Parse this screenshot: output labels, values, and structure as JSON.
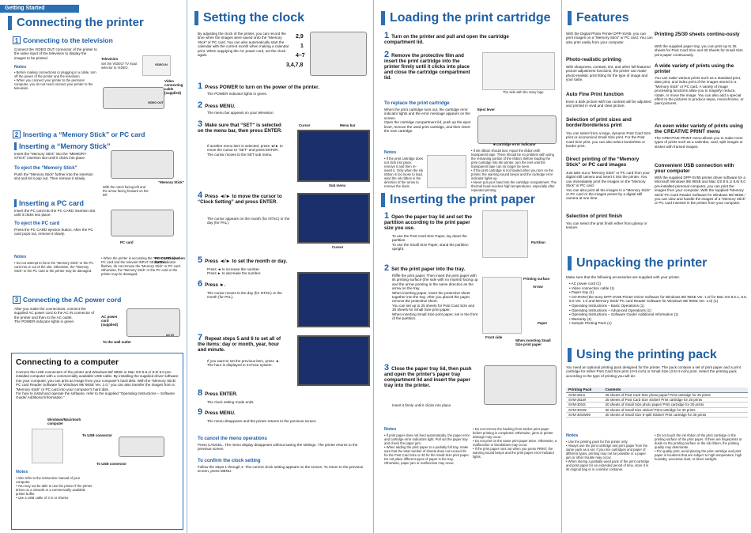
{
  "header": {
    "getting_started": "Getting Started"
  },
  "col1": {
    "title": "Connecting the printer",
    "s1": {
      "num": "1",
      "title": "Connecting to the television",
      "body": "Connect the VIDEO OUT connector of the printer to the video input of the television to display the images to be printed.",
      "notes_title": "Notes",
      "notes": "• Before making connections or plugging in a cable, turn off the power of the printer and the television.\n• When you connect your printer to the personal computer, you do not need connect your printer to the television.",
      "lbl_tv": "Television",
      "lbl_tv2": "Set the VIDEO/ TV input selector to VIDEO.",
      "lbl_cable": "Video connecting cable (supplied)",
      "lbl_video": "VIDEO OUT",
      "lbl_in": "VIDEO IN"
    },
    "s2": {
      "num": "2",
      "title": "Inserting a “Memory Stick” or PC card",
      "ms_title": "Inserting a “Memory Stick”",
      "ms_body": "Insert the “Memory Stick” into the “MEMORY STICK” insertion slot until it clicks into place.",
      "eject_ms_title": "To eject the “Memory Stick”",
      "eject_ms_body": "Push the “Memory Stick” further into the insertion slot and let it pop out. Then remove it slowly.",
      "ms_lbl1": "With the notch facing left and the arrow facing forward on the left",
      "ms_lbl2": "“Memory Stick”",
      "pc_title": "Inserting a PC card",
      "pc_body": "Insert the PC card into the PC CARD insertion slot until it clicks into place.",
      "eject_pc_title": "To eject the PC card",
      "eject_pc_body": "Press the PC CARD ejection button.  After the PC card pops out, remove it slowly.",
      "pc_lbl": "PC card",
      "pc_eject_lbl": "PC CARD ejection button",
      "notes_title": "Notes",
      "notes_left": "• Do not attempt to force the “Memory Stick” or the PC card into or out of the slot. Otherwise, the “Memory Stick” or the PC card or the printer may be damaged.",
      "notes_right": "• When the printer is accessing the “Memory Stick” or PC card and the relevant INPUT SELECT indicator flashes, do not remove the “Memory Stick” or PC card. Otherwise, the “Memory Stick” or the PC card or the printer may be damaged."
    },
    "s3": {
      "num": "3",
      "title": "Connecting the AC power cord",
      "body": "After you make the connections, connect the supplied AC power cord to the AC IN connector of the printer and then to the AC outlet.\nThe POWER indicator lights in green.",
      "lbl_ac": "AC power cord (supplied)",
      "lbl_wall": "To the wall outlet",
      "lbl_acin": "AC IN"
    },
    "s4": {
      "title": "Connecting to a computer",
      "body": "Connect the USB connectors of the printer and Windows 98/ 98SE or Mac OS 8.5.1/ 8.6/ 9.0 pre-installed computer with a commercially available USB cable. By installing the supplied driver software into your computer, you can print an image from your computer's hard disk.  With the “Memory Stick/ PC card Reader Software for Windows 98/ 98SE Ver. 1.0,” you can also transfer the images from a “Memory Stick” or PC card into your computer’s hard disk.\nFor how to install and operate the software, refer to the supplied “Operating Instructions – Software Guide/ Additional Information.”",
      "lbl_comp": "Windows/Macintosh computer",
      "lbl_usb1": "To USB connector",
      "lbl_usb2": "To USB connector",
      "notes_title": "Notes",
      "notes": "• Also refer to the instruction manual of your computer.\n• You may not be able to use the printer if the printer drives on a network or a commercially available printer buffer.\n• Use a USB cable of 3 m or shorter."
    }
  },
  "col2": {
    "title": "Setting the clock",
    "intro": "By adjusting the clock of the printer, you can record the time when the images were saved onto the “Memory Stick” or PC card. You can also automatically start the calendar with the current month when making a calendar print. When supplying the AC power cord, set the clock again.",
    "callouts": [
      "2,9",
      "1",
      "4–7",
      "3,4,7,8"
    ],
    "steps": [
      {
        "n": "1",
        "t": "Press POWER to turn on the power of the printer.",
        "d": "The POWER indicator lights in green."
      },
      {
        "n": "2",
        "t": "Press MENU.",
        "d": "The menu bar appears on your television."
      },
      {
        "n": "3",
        "t": "Make sure that “SET” is selected on the menu bar, then press ENTER.",
        "d": "If another menu item is selected, press ◄/► to move the cursor to “SET” and press ENTER.\nThe cursor moves to the SET sub menu."
      },
      {
        "n": "4",
        "t": "Press ◄/► to move the cursor to “Clock Setting” and press ENTER.",
        "d": "The cursor appears on the month (for NTSC) or the day (for PAL)."
      },
      {
        "n": "5",
        "t": "Press ◄/► to set the month or day.",
        "d": "Press ◄ to increase the number.\nPress ► to decrease the number."
      },
      {
        "n": "6",
        "t": "Press ►.",
        "d": "The cursor moves to the day (for NTSC) or the month (for PAL)."
      },
      {
        "n": "7",
        "t": "Repeat steps 5 and 6 to set all of the items: day or month, year, hour and minute.",
        "d": "If you want to set the previous item, press ◄.\nThe hour is displayed in 24-hour system."
      },
      {
        "n": "8",
        "t": "Press ENTER.",
        "d": "The clock setting mode ends."
      },
      {
        "n": "9",
        "t": "Press MENU.",
        "d": "The menu disappears and the printer returns to the previous screen."
      }
    ],
    "lbl_cursor": "Cursor",
    "lbl_menubar": "Menu bar",
    "lbl_submenu": "Sub menu",
    "lbl_cursor2": "Cursor",
    "cancel_title": "To cancel the menu operations",
    "cancel_body": "Press CANCEL. The menu display disappears without saving the settings. The printer returns to the previous screen.",
    "confirm_title": "To confirm the clock setting",
    "confirm_body": "Follow the steps 1 through 4.  The current clock setting appears on the screen.  To return to the previous screen, press MENU."
  },
  "col3": {
    "title1": "Loading the print cartridge",
    "steps1": [
      {
        "n": "1",
        "t": "Turn on the printer and pull and open the cartridge compartment lid."
      },
      {
        "n": "2",
        "t": "Remove the protective film and insert the print cartridge into the printer firmly until it clicks into place and close the cartridge compartment lid."
      }
    ],
    "lbl_sony": "The side with the Sony logo",
    "replace_title": "To replace the print cartridge",
    "replace_body": "When the print cartridge runs out, the cartridge error indicator lights and the error message appears on the screen.\nOpen the cartridge compartment lid, push up the eject lever, remove the used print cartridge, and then insert the new cartridge.",
    "lbl_eject": "Eject lever",
    "lbl_cartind": "cartridge error indicator",
    "notes_title": "Notes",
    "notes_left": "• If the print cartridge does not click into place, remove it and then re-insert it. Only when the ink ribbon is too loose to load, wind the ink ribbon in the direction of the arrow to remove the slack.",
    "notes_right": "• If ink ribbon should tear, repair the ribbon with transparent tape. There should be no problem with using the remaining portion of the ribbon. Before loading the print cartridge into the printer, turn the reel until the transparent tape can no longer be seen.\n• If the print cartridge is not loaded when you turn on the printer, the warning sound beeps and the cartridge error indicator lights up.\n• Never put your hand into the cartridge compartment. The thermal head reaches high temperatures, especially after repeated printing.",
    "title2": "Inserting the print paper",
    "steps2": [
      {
        "n": "1",
        "t": "Open the paper tray lid and set the partition according to the print paper size you use.",
        "d": "To use the Post Card Size Paper, lay down the partition.\nTo use the Small Size Paper, stand the partition upright."
      },
      {
        "n": "2",
        "t": "Set the print paper into the tray.",
        "d": "Riffle the print paper. Then insert the print paper with its printing surface (the side with no imprint) facing up and the arrow pointing in the same direction as the arrow on the tray.\nWhen inserting paper, insert the protective sheet together into the tray. After you placed the paper, remove the protective sheet.\nYou can set up to 25 sheets for Post Card Size and 30 sheets for Small Size print paper.\nWhen inserting Small Size print paper, set in the front of the partition."
      },
      {
        "n": "3",
        "t": "Close the paper tray lid, then push and open the printer's paper tray compartment lid and insert the paper tray into the printer.",
        "d": "Insert it firmly until it clicks into place."
      }
    ],
    "lbl_partition": "Partition",
    "lbl_psurf": "Printing surface",
    "lbl_arrow": "Arrow",
    "lbl_paper": "Paper",
    "lbl_front": "Front side",
    "lbl_small": "When inserting Small Size print paper",
    "notes2_title": "Notes",
    "notes2_left": "• If print paper does not feed automatically, the paper error and cartridge error indicators light. Pull out the paper tray and check the paper jam.\n• When adding the print paper to a partially full tray, make sure that the total number of sheets does not exceed 25 for the Post Card Size or 30 for the Small Size print paper. Do not place different types of paper in the tray. Otherwise, paper jam or malfunction may occur.",
    "notes2_right": "• Do not remove the backing from sticker print paper before printing is completed. Otherwise, jams or printer damage may occur.\n• Do not print on the same print paper twice. Otherwise, a malfunction or breakdown may occur.\n• If the print paper runs out when you press PRINT, the warning sound beeps and the print paper error indicator lights."
  },
  "col4": {
    "title1": "Features",
    "intro": "With the Digital Photo Printer DPP-SV55, you can print images on a “Memory Stick” or PC card.  You can also print easily from your computer.",
    "left_feats": [
      {
        "h": "Photo-realistic printing",
        "b": "With sharpness, contrast, tint, and other full-featured picture adjustment functions, the printer can make photo-realistic print fitting for the type of image and your taste."
      },
      {
        "h": "Auto Fine Print function",
        "b": "Even a dark picture with low contrast will be adjusted and printed in vivid and clear picture."
      },
      {
        "h": "Selection of print sizes and border/borderless print",
        "b": "You can select from a large, dynamic Post Card Size print or economical Small Size print.  For the Post Card Size print, you can also select borderless or border print."
      },
      {
        "h": "Direct printing of the “Memory Stick” or PC card images",
        "b": "Just take out a “Memory Stick” or PC card from your digital still camera and insert it into the printer. You can immediately print the images on the “Memory Stick” or PC card.\nYou can also print all the images in a “Memory Stick” or PC card or the images preset by a digital still camera at one time."
      },
      {
        "h": "Selection of print finish",
        "b": "You can select the print finish either from glossy or texture."
      }
    ],
    "right_feats": [
      {
        "h": "Printing 25/30 sheets continu-ously",
        "b": "With the supplied paper tray, you can print up to 25 sheets for Post Card Size and 30 sheets for Small Size print paper continuously."
      },
      {
        "h": "A wide variety of prints using the printer",
        "b": "You can make various prints such as a standard print, date print, and index print of the images stored in a “Memory Stick” or PC card.  A variety of image processing functions allow you to magnify/ reduce, rotate, or move the image. You can also add a special effect to the pictures to produce sepia, monochrome, or paint pictures."
      },
      {
        "h": "An even wider variety of prints using the CREATIVE PRINT menu",
        "b": "The CREATIVE PRINT menu allows you to make more types of prints such as a calendar, card, split images or sticker with framed images."
      },
      {
        "h": "Convenient USB connection with your computer",
        "b": "With the supplied DPP-SV55 printer driver software for a Microsoft Windows 98/ 98SE and Mac OS 8.5.1/ 8.6/ 9.0 pre-installed personal computer, you can print the images from your computer.  With the supplied “Memory Stick/ PC Card Reader Software for Windows 98/ 98SE,” you can view and handle the images of a “Memory Stick” or PC card inserted in the printer from your computer."
      }
    ],
    "title2": "Unpacking the printer",
    "unpack_intro": "Make sure that the following accessories are supplied with your printer.",
    "unpack_items": [
      "• AC power cord (1)",
      "• Video connection cable (1)",
      "• Paper tray (1)",
      "• CD-ROM (the Sony DPP-SV55 Printer Driver Software for Windows 98/ 98SE  Ver. 1.0/ for Mac OS 8.5.1, 8.6, 9.0 Ver. 1.0 and Memory Stick/ PC card Reader Software for Windows 98/ 98SE Ver. 1.0) (1)",
      "• Operating Instructions – Basic Operations (1)",
      "• Operating Instructions – Advanced Operations (1)",
      "• Operating Instructions – Software Guide/ Additional Information (1)",
      "• Warranty (1)",
      "• Sample Printing Pack (1)"
    ],
    "title3": "Using the printing pack",
    "pack_intro": "You need an optional printing pack designed for the printer. The pack contains a set of print paper and a print cartridge for either Post Card Size print (4×6 inch) or Small Size (3.5×4 inch) print. Select the printing pack according to the type of printing you will do:",
    "table": {
      "headers": [
        "Printing Pack",
        "Contents"
      ],
      "rows": [
        [
          "SVM-25LS",
          "25 sheets of Post Card Size photo paper/ Print cartridge for 25 prints"
        ],
        [
          "SVM-25LW",
          "25 sheets of Post Card Size sticker/ Print cartridge for 25 prints"
        ],
        [
          "SVM-30SS",
          "30 sheets of Small Size photo paper/ Print cartridge for 30 prints"
        ],
        [
          "SVM-30SW",
          "30 sheets of Small Size sticker/ Print cartridge for 30 prints"
        ],
        [
          "SVM-30SW09",
          "30 sheets of Small Size 9-split Sticker/ Print cartridge for 30 prints"
        ]
      ]
    },
    "notes_title": "Notes",
    "notes_left": "• Use the printing pack for this printer only.\n• Always use the print cartridge and print paper from the same pack as a set.  If you mix cartridges and paper of different types, printing may not be possible or a paper jam or other trouble may occur.\n• When storing a partially-used pack of the print cartridge and print paper for an extended period of time, store it in its original bag or in a similar container.",
    "notes_right": "• Do not touch the ink ribbon of the print cartridge or the printing surface of the print paper.  If there are fingerprints or dusts on the printing surface or the ink ribbon, the printing quality may deteriorate.\n• For quality print, avoid placing the print cartridge and print paper in locations that are subject to high temperature, high humidity, excessive dust, or direct sunlight."
  }
}
